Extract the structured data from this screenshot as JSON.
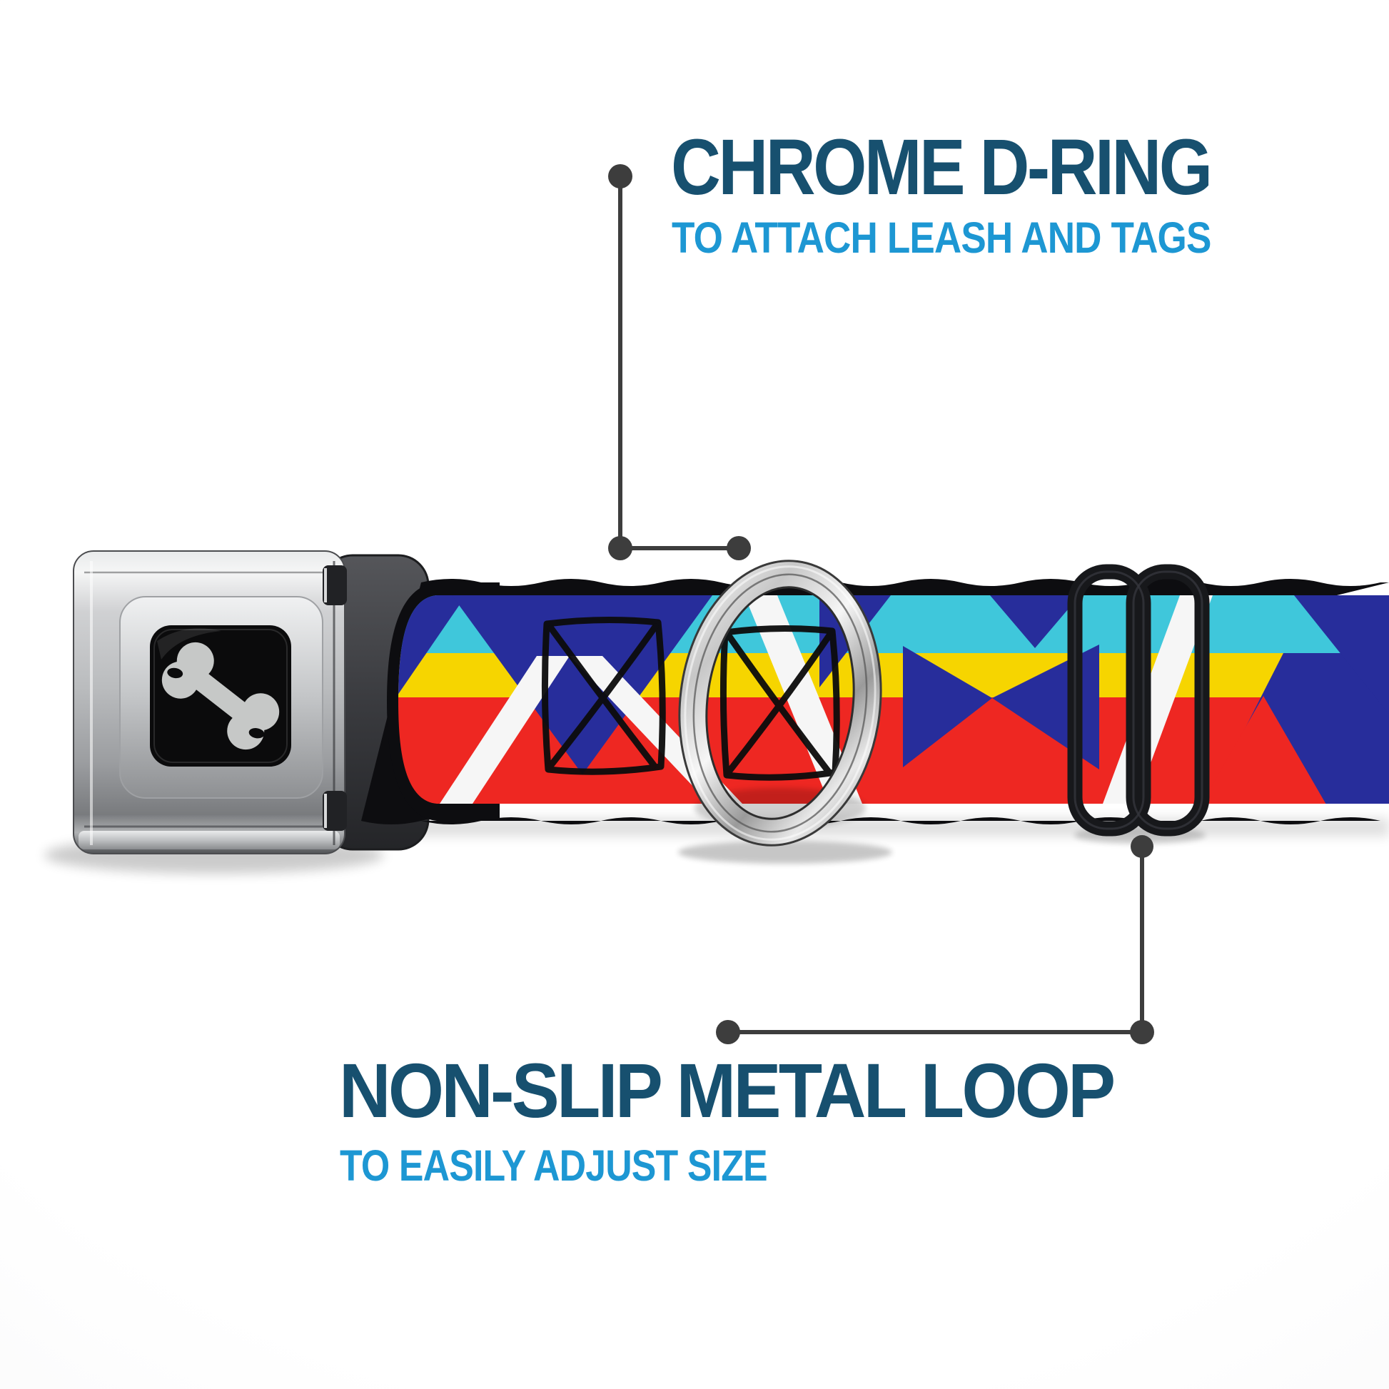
{
  "annotations": {
    "top": {
      "title": "CHROME D-RING",
      "subtitle": "TO ATTACH LEASH AND TAGS"
    },
    "bottom": {
      "title": "NON-SLIP METAL LOOP",
      "subtitle": "TO EASILY ADJUST SIZE"
    }
  },
  "product": {
    "parts": [
      {
        "name": "seatbelt-buckle",
        "description_icon": "dog-bone-icon"
      },
      {
        "name": "chrome-d-ring"
      },
      {
        "name": "metal-slider-loop"
      },
      {
        "name": "webbing-belt",
        "pattern": "nautical-flags-geometric"
      }
    ]
  },
  "colors": {
    "title_blue": "#17506F",
    "sub_blue": "#1D97D3",
    "callout": "#3D3D3D",
    "cyan": "#3FC7DB",
    "yellow": "#F6D500",
    "red": "#EE2722",
    "royal": "#272D9B",
    "white_stripe": "#F6F6F6",
    "edge_black": "#0D0D10",
    "loop_black": "#17181B",
    "bone_gray": "#C6C8C7"
  }
}
